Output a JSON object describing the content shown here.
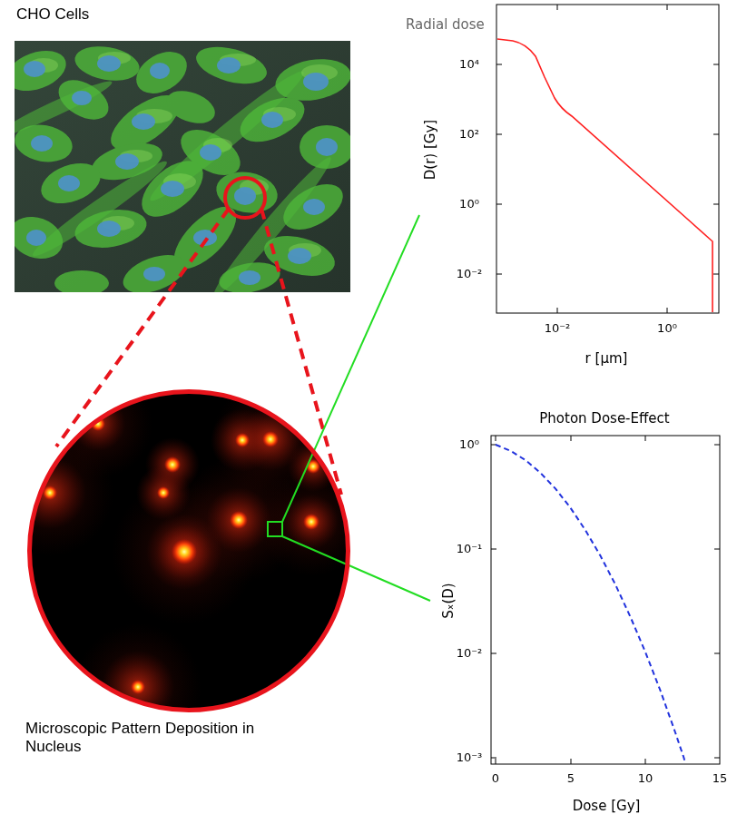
{
  "diagram": {
    "nodes": [
      {
        "text": [
          "CHO Cells"
        ]
      },
      {
        "text": [
          "Radial dose"
        ]
      },
      {
        "text": [
          "Microscopic Pattern Deposition in Nucleus"
        ]
      },
      {
        "text": [
          "Photon Dose-Effect"
        ]
      }
    ],
    "edges": [
      {
        "from": 0,
        "to": 2,
        "arrow": "none"
      },
      {
        "from": 2,
        "to": 1,
        "arrow": "none"
      },
      {
        "from": 2,
        "to": 3,
        "arrow": "none"
      }
    ],
    "labels": [
      "D(r) [Gy]",
      "10⁴",
      "10²",
      "10⁰",
      "10⁻²",
      "10⁻²",
      "10⁰",
      "r [μm]",
      "Sₓ(D)",
      "10⁰",
      "10⁻¹",
      "10⁻²",
      "10⁻³",
      "0",
      "5",
      "10",
      "15",
      "Dose [Gy]"
    ]
  }
}
